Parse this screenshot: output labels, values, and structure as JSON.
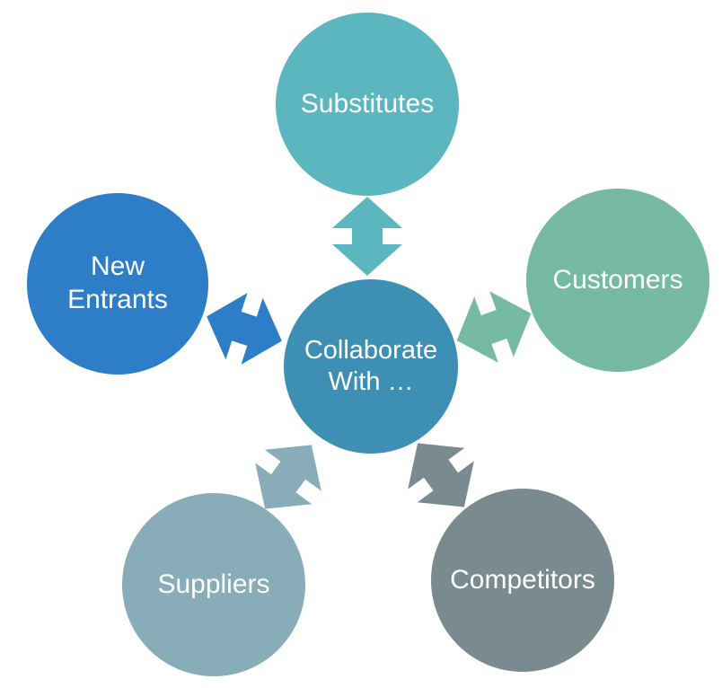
{
  "diagram": {
    "type": "hub-and-spoke",
    "background": "#FFFFFF",
    "text_color": "#FFFFFF",
    "center": {
      "id": "center",
      "label": "Collaborate With …",
      "color": "#3D8FB4"
    },
    "nodes": [
      {
        "id": "substitutes",
        "label": "Substitutes",
        "color": "#5BB6C0",
        "position": "top"
      },
      {
        "id": "customers",
        "label": "Customers",
        "color": "#75BAA1",
        "position": "right"
      },
      {
        "id": "competitors",
        "label": "Competitors",
        "color": "#798B8E",
        "position": "bottom-right"
      },
      {
        "id": "suppliers",
        "label": "Suppliers",
        "color": "#88ACB8",
        "position": "bottom-left"
      },
      {
        "id": "new-entrants",
        "label": "New Entrants",
        "color": "#2E7DC7",
        "position": "left"
      }
    ],
    "connectors": [
      {
        "from": "center",
        "to": "substitutes",
        "style": "double-headed-arrow",
        "color": "#5BB6C0"
      },
      {
        "from": "center",
        "to": "new-entrants",
        "style": "double-headed-arrow",
        "color": "#2E7DC7"
      },
      {
        "from": "center",
        "to": "customers",
        "style": "double-headed-arrow",
        "color": "#75BAA1"
      },
      {
        "from": "center",
        "to": "suppliers",
        "style": "double-headed-arrow",
        "color": "#88ACB8"
      },
      {
        "from": "center",
        "to": "competitors",
        "style": "double-headed-arrow",
        "color": "#798B8E"
      }
    ]
  }
}
